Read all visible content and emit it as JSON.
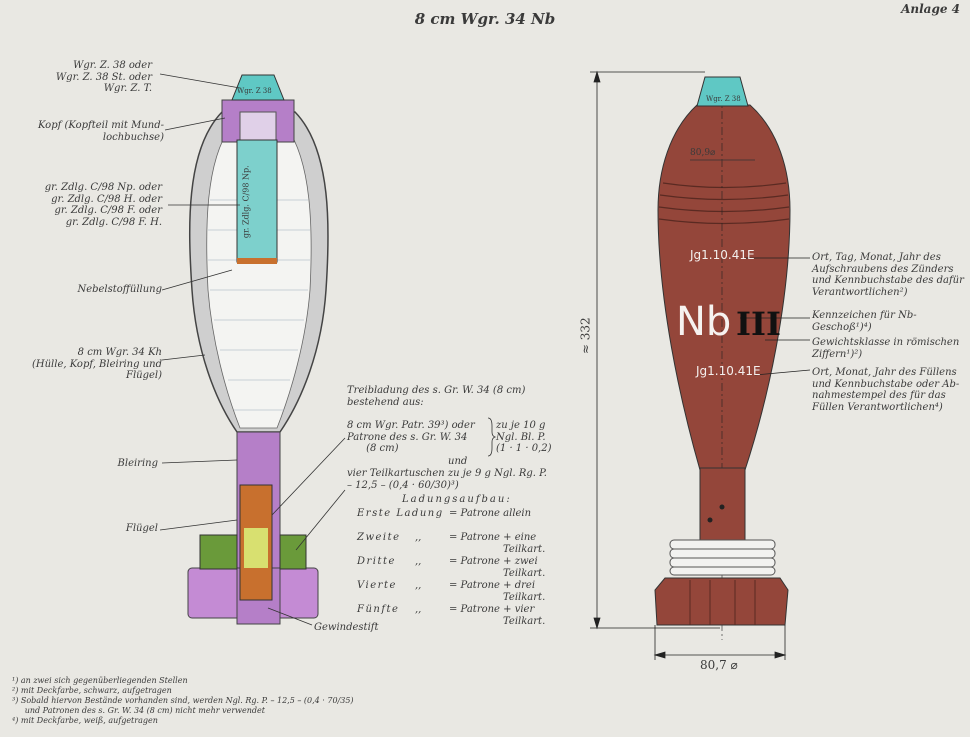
{
  "title": "8 cm Wgr. 34 Nb",
  "annex": "Anlage 4",
  "left_labels": {
    "fuze": "Wgr. Z. 38 oder\nWgr. Z. 38 St. oder\nWgr. Z. T.",
    "head": "Kopf (Kopfteil mit Mund-\nlochbuchse)",
    "booster": "gr. Zdlg. C/98 Np. oder\ngr. Zdlg. C/98 H. oder\ngr. Zdlg. C/98 F. oder\ngr. Zdlg. C/98 F. H.",
    "filling": "Nebelstoffüllung",
    "shell": "8 cm Wgr. 34 Kh\n(Hülle, Kopf, Bleiring und\nFlügel)",
    "ring": "Bleiring",
    "fins": "Flügel",
    "pin": "Gewindestift"
  },
  "markings_left": {
    "fuze": "Wgr. Z 38",
    "booster": "gr. Zdlg. C/98 Np."
  },
  "charge": {
    "heading": "Treibladung des s. Gr. W. 34 (8 cm)\nbestehend aus:",
    "items": "8 cm Wgr. Patr. 39³) oder\nPatrone des s. Gr. W. 34\n      (8 cm)",
    "brace_text": "zu je 10 g\nNgl. Bl. P.\n(1 · 1 · 0,2)",
    "und": "und",
    "increments": "vier Teilkartuschen zu je 9 g Ngl. Rg. P.\n– 12,5 – (0,4 · 60/30)³)",
    "build_heading": "Ladungsaufbau:",
    "build": [
      {
        "name": "Erste Ladung",
        "ditto": "",
        "value": "= Patrone allein"
      },
      {
        "name": "Zweite",
        "ditto": ",,",
        "value": "= Patrone + eine\n                 Teilkart."
      },
      {
        "name": "Dritte",
        "ditto": ",,",
        "value": "= Patrone + zwei\n                 Teilkart."
      },
      {
        "name": "Vierte",
        "ditto": ",,",
        "value": "= Patrone + drei\n                 Teilkart."
      },
      {
        "name": "Fünfte",
        "ditto": ",,",
        "value": "= Patrone + vier\n                 Teilkart."
      }
    ]
  },
  "right_labels": {
    "date1": "Ort, Tag, Monat, Jahr des\nAufschraubens des Zünders\nund Kennbuchstabe des dafür\nVerantwortlichen²)",
    "nb": "Kennzeichen für Nb-\nGeschoß¹)⁴)",
    "weight": "Gewichtsklasse in römischen\nZiffern¹)²)",
    "date2": "Ort, Monat, Jahr des Füllens\nund Kennbuchstabe oder Ab-\nnahmestempel des für das\nFüllen Verantwortlichen⁴)"
  },
  "markings_right": {
    "fuze": "Wgr. Z 38",
    "diameter_top": "80,9⌀",
    "stamp1": "Jg1.10.41E",
    "nb": "Nb",
    "weight_class": "III",
    "stamp2": "Jg1.10.41E"
  },
  "dimensions": {
    "length": "≈ 332",
    "diameter": "80,7 ⌀"
  },
  "footnotes": [
    "¹) an zwei sich gegenüberliegenden Stellen",
    "²) mit Deckfarbe, schwarz, aufgetragen",
    "³) Sobald hiervon Bestände vorhanden sind, werden Ngl. Rg. P. – 12,5 – (0,4 · 70/35)\n     und Patronen des s. Gr. W. 34 (8 cm) nicht mehr verwendet",
    "⁴) mit Deckfarbe, weiß, aufgetragen"
  ],
  "colors": {
    "paper": "#e9e8e3",
    "cyan": "#5fc8c4",
    "purple": "#b57fc8",
    "brown": "#94463a",
    "orange": "#c8702e",
    "green": "#6a9a3a"
  }
}
